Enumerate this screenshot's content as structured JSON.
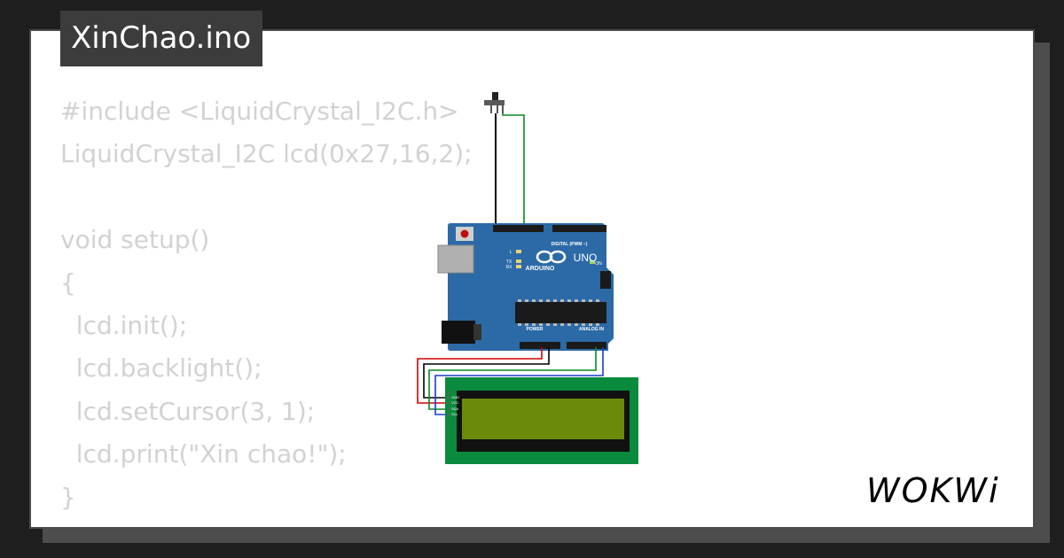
{
  "title": "XinChao.ino",
  "code_lines": [
    "#include <LiquidCrystal_I2C.h>",
    "LiquidCrystal_I2C lcd(0x27,16,2);",
    "",
    "void setup()",
    "{",
    "  lcd.init();",
    "  lcd.backlight();",
    "  lcd.setCursor(3, 1);",
    "  lcd.print(\"Xin chao!\");",
    "}"
  ],
  "logo_text": "WOKWi",
  "board": {
    "brand": "ARDUINO",
    "model": "UNO",
    "digital_label": "DIGITAL (PWM ~)",
    "power_label": "POWER",
    "analog_label": "ANALOG IN",
    "on_label": "ON",
    "led_labels": [
      "L",
      "TX",
      "RX"
    ]
  },
  "lcd_pins": [
    "GND",
    "VCC",
    "SDA",
    "SCL"
  ],
  "colors": {
    "board": "#2b6aa6",
    "lcd_frame": "#0a8a3c",
    "lcd_screen": "#6a8a0c",
    "wire_red": "#d40000",
    "wire_black": "#000000",
    "wire_green": "#0a8a1e",
    "wire_blue": "#1b3bd4"
  }
}
